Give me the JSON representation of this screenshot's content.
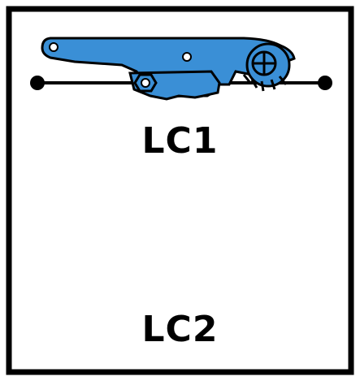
{
  "colors": {
    "border": "#000000",
    "ratchet_fill": "#3a8fd6",
    "ratchet_outline": "#000000",
    "strap": "#000000",
    "background": "#ffffff"
  },
  "panels": [
    {
      "label": "LC1",
      "strap_style": "straight"
    },
    {
      "label": "LC2",
      "strap_style": "looped"
    }
  ],
  "divider_style": "dotted"
}
